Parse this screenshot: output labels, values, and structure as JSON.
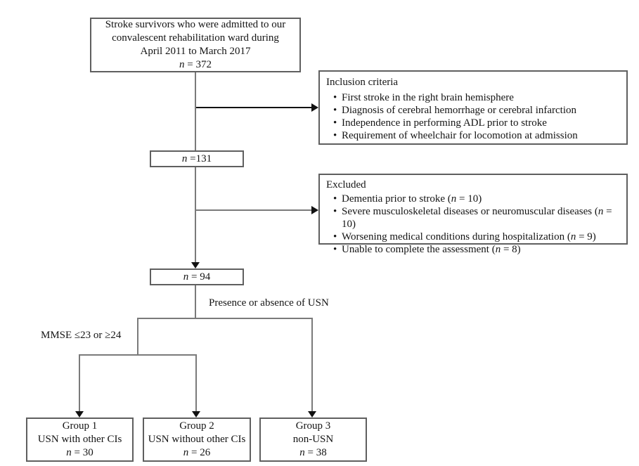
{
  "figure": {
    "top_box": {
      "line1": "Stroke survivors who were admitted to our",
      "line2": "convalescent rehabilitation ward during",
      "line3": "April 2011 to March 2017",
      "n_label": "n",
      "n_value": " = 372"
    },
    "inclusion_box": {
      "title": "Inclusion criteria",
      "bullet": "•",
      "items": [
        "First stroke in the right brain hemisphere",
        "Diagnosis of cerebral hemorrhage or cerebral infarction",
        "Independence in performing ADL prior to stroke",
        "Requirement of wheelchair for locomotion at admission"
      ]
    },
    "n131_box": {
      "n_label": "n",
      "n_value": " =131"
    },
    "excluded_box": {
      "title": "Excluded",
      "bullet": "•",
      "items": [
        {
          "pre": "Dementia prior to stroke (",
          "n": "n",
          "post": " = 10)"
        },
        {
          "pre": "Severe musculoskeletal diseases or neuromuscular diseases (",
          "n": "n",
          "post": " = 10)"
        },
        {
          "pre": "Worsening medical conditions during hospitalization (",
          "n": "n",
          "post": " = 9)"
        },
        {
          "pre": "Unable to complete the assessment (",
          "n": "n",
          "post": " = 8)"
        }
      ]
    },
    "n94_box": {
      "n_label": "n",
      "n_value": " = 94"
    },
    "labels": {
      "usn_split": "Presence or absence of USN",
      "mmse_split": "MMSE ≤23 or ≥24"
    },
    "groups": [
      {
        "title": "Group 1",
        "subtitle": "USN with other CIs",
        "n_label": "n",
        "n_value": " = 30"
      },
      {
        "title": "Group 2",
        "subtitle": "USN without other CIs",
        "n_label": "n",
        "n_value": " = 26"
      },
      {
        "title": "Group 3",
        "subtitle": "non-USN",
        "n_label": "n",
        "n_value": " = 38"
      }
    ],
    "colors": {
      "box_border": "#5f5f5f",
      "connector_line": "#7a7a7a",
      "arrowhead": "#111111",
      "background": "#ffffff"
    }
  }
}
